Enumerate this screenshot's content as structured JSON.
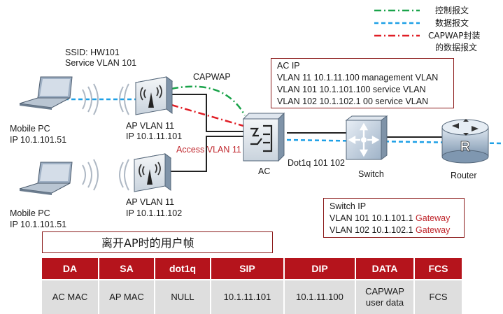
{
  "legend": [
    {
      "label": "控制报文",
      "color": "#1aa34a",
      "style": "dash-dot"
    },
    {
      "label": "数据报文",
      "color": "#1ea0e6",
      "style": "dashed"
    },
    {
      "label": "CAPWAP封装",
      "label2": "的数据报文",
      "color": "#e01e26",
      "style": "dash-dot"
    }
  ],
  "ssid": {
    "line1": "SSID: HW101",
    "line2": "Service VLAN 101"
  },
  "capwap_label": "CAPWAP",
  "access_vlan_label": "Access VLAN 11",
  "devices": {
    "pc1": {
      "line1": "Mobile PC",
      "line2": "IP 10.1.101.51"
    },
    "pc2": {
      "line1": "Mobile PC",
      "line2": "IP 10.1.101.51"
    },
    "ap1": {
      "line1": "AP VLAN 11",
      "line2": "IP 10.1.11.101"
    },
    "ap2": {
      "line1": "AP VLAN 11",
      "line2": "IP 10.1.11.102"
    },
    "ac": {
      "label": "AC"
    },
    "switch": {
      "label": "Switch"
    },
    "router": {
      "label": "Router"
    }
  },
  "trunk_label": "Dot1q 101 102",
  "ac_ip_box": {
    "title": "AC IP",
    "rows": [
      "VLAN 11 10.1.11.100 management VLAN",
      "VLAN 101 10.1.101.100 service VLAN",
      "VLAN 102 10.1.102.1 00 service VLAN"
    ]
  },
  "switch_ip_box": {
    "title": "Switch IP",
    "rows": [
      {
        "text": "VLAN  101 10.1.101.1 ",
        "highlight": "Gateway"
      },
      {
        "text": "VLAN  102 10.1.102.1 ",
        "highlight": "Gateway"
      }
    ]
  },
  "frame_title": "离开AP时的用户帧",
  "frame_table": {
    "headers": [
      "DA",
      "SA",
      "dot1q",
      "SIP",
      "DIP",
      "DATA",
      "FCS"
    ],
    "cells": [
      "AC MAC",
      "AP MAC",
      "NULL",
      "10.1.11.101",
      "10.1.11.100",
      "CAPWAP\nuser data",
      "FCS"
    ]
  },
  "colors": {
    "accent": "#b5141c",
    "control": "#1aa34a",
    "data": "#1ea0e6",
    "capwap": "#e01e26"
  }
}
